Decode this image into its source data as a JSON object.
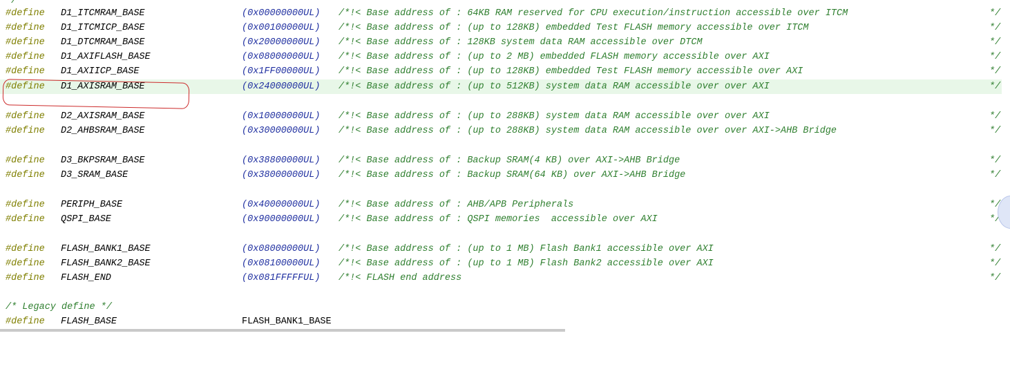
{
  "editor": {
    "top_fragment": "*/",
    "lines": [
      {
        "kw": "#define",
        "name": "D1_ITCMRAM_BASE",
        "val": "(0x00000000UL)",
        "comment": "/*!< Base address of : 64KB RAM reserved for CPU execution/instruction accessible over ITCM",
        "end": "*/"
      },
      {
        "kw": "#define",
        "name": "D1_ITCMICP_BASE",
        "val": "(0x00100000UL)",
        "comment": "/*!< Base address of : (up to 128KB) embedded Test FLASH memory accessible over ITCM",
        "end": "*/"
      },
      {
        "kw": "#define",
        "name": "D1_DTCMRAM_BASE",
        "val": "(0x20000000UL)",
        "comment": "/*!< Base address of : 128KB system data RAM accessible over DTCM",
        "end": "*/"
      },
      {
        "kw": "#define",
        "name": "D1_AXIFLASH_BASE",
        "val": "(0x08000000UL)",
        "comment": "/*!< Base address of : (up to 2 MB) embedded FLASH memory accessible over AXI",
        "end": "*/"
      },
      {
        "kw": "#define",
        "name": "D1_AXIICP_BASE",
        "val": "(0x1FF00000UL)",
        "comment": "/*!< Base address of : (up to 128KB) embedded Test FLASH memory accessible over AXI",
        "end": "*/"
      },
      {
        "kw": "#define",
        "name": "D1_AXISRAM_BASE",
        "val": "(0x24000000UL)",
        "comment": "/*!< Base address of : (up to 512KB) system data RAM accessible over over AXI",
        "end": "*/"
      },
      {
        "kw": "#define",
        "name": "D2_AXISRAM_BASE",
        "val": "(0x10000000UL)",
        "comment": "/*!< Base address of : (up to 288KB) system data RAM accessible over over AXI",
        "end": "*/"
      },
      {
        "kw": "#define",
        "name": "D2_AHBSRAM_BASE",
        "val": "(0x30000000UL)",
        "comment": "/*!< Base address of : (up to 288KB) system data RAM accessible over over AXI->AHB Bridge",
        "end": "*/"
      },
      {
        "kw": "#define",
        "name": "D3_BKPSRAM_BASE",
        "val": "(0x38800000UL)",
        "comment": "/*!< Base address of : Backup SRAM(4 KB) over AXI->AHB Bridge",
        "end": "*/"
      },
      {
        "kw": "#define",
        "name": "D3_SRAM_BASE",
        "val": "(0x38000000UL)",
        "comment": "/*!< Base address of : Backup SRAM(64 KB) over AXI->AHB Bridge",
        "end": "*/"
      },
      {
        "kw": "#define",
        "name": "PERIPH_BASE",
        "val": "(0x40000000UL)",
        "comment": "/*!< Base address of : AHB/APB Peripherals",
        "end": "*/"
      },
      {
        "kw": "#define",
        "name": "QSPI_BASE",
        "val": "(0x90000000UL)",
        "comment": "/*!< Base address of : QSPI memories  accessible over AXI",
        "end": "*/"
      },
      {
        "kw": "#define",
        "name": "FLASH_BANK1_BASE",
        "val": "(0x08000000UL)",
        "comment": "/*!< Base address of : (up to 1 MB) Flash Bank1 accessible over AXI",
        "end": "*/"
      },
      {
        "kw": "#define",
        "name": "FLASH_BANK2_BASE",
        "val": "(0x08100000UL)",
        "comment": "/*!< Base address of : (up to 1 MB) Flash Bank2 accessible over AXI",
        "end": "*/"
      },
      {
        "kw": "#define",
        "name": "FLASH_END",
        "val": "(0x081FFFFFUL)",
        "comment": "/*!< FLASH end address",
        "end": "*/"
      }
    ],
    "legacy_comment": "/* Legacy define */",
    "legacy_line": {
      "kw": "#define",
      "name": "FLASH_BASE",
      "val": "FLASH_BANK1_BASE"
    }
  },
  "colors": {
    "highlight_line": "#e8f7e8",
    "annotation": "#cc2a2a"
  }
}
